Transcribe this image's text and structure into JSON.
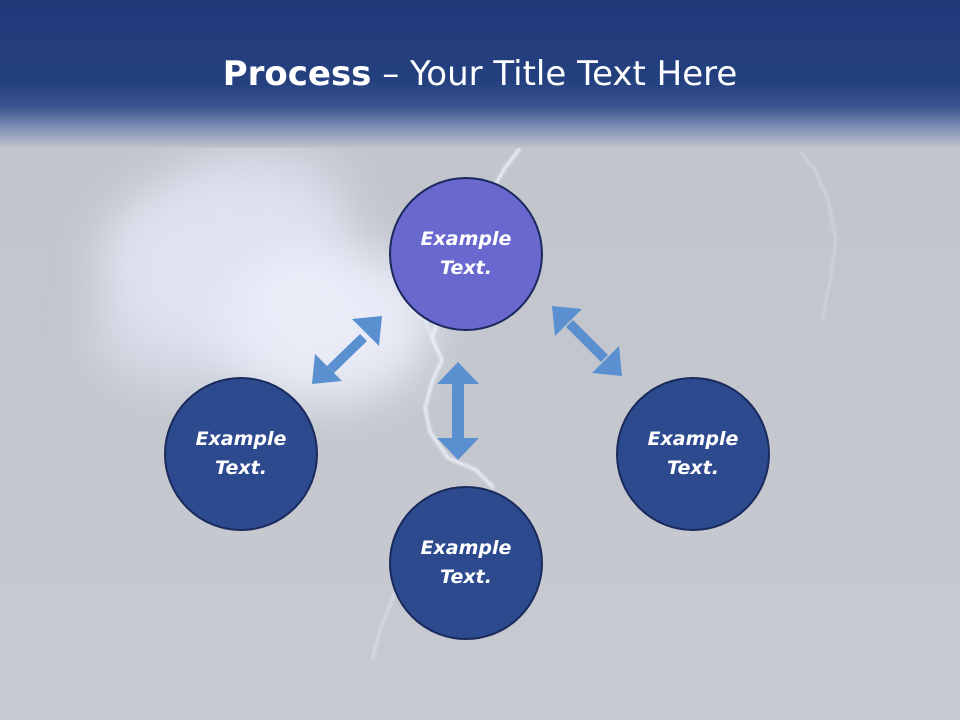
{
  "title": {
    "strong": "Process",
    "rest": " – Your Title Text Here"
  },
  "nodes": {
    "top": {
      "line1": "Example",
      "line2": "Text."
    },
    "left": {
      "line1": "Example",
      "line2": "Text."
    },
    "right": {
      "line1": "Example",
      "line2": "Text."
    },
    "bottom": {
      "line1": "Example",
      "line2": "Text."
    }
  },
  "colors": {
    "header": "#22397a",
    "node": "#2d4a8f",
    "node_active": "#6868cf",
    "arrow": "#5a8fd0",
    "background": "#c3c7ce"
  }
}
